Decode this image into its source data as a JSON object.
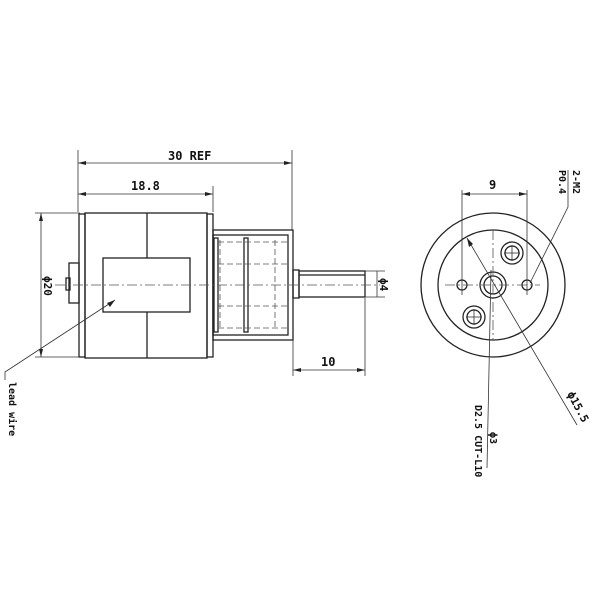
{
  "drawing": {
    "type": "gear motor dimensional drawing",
    "side_view": {
      "overall_length_label": "30  REF",
      "body_length_label": "18.8",
      "body_diameter_label": "ϕ20",
      "shaft_diameter_label": "ϕ4",
      "shaft_length_label": "10",
      "lead_wire_label": "lead wire"
    },
    "end_view": {
      "hole_spacing_label": "9",
      "thread_label_line1": "2-M2",
      "thread_label_line2": "P0.4",
      "pitch_circle_label": "ϕ15.5",
      "shaft_label_line1": "ϕ3",
      "shaft_label_line2": "D2.5 CUT-L10"
    },
    "colors": {
      "line": "#222222",
      "background": "#ffffff"
    }
  }
}
